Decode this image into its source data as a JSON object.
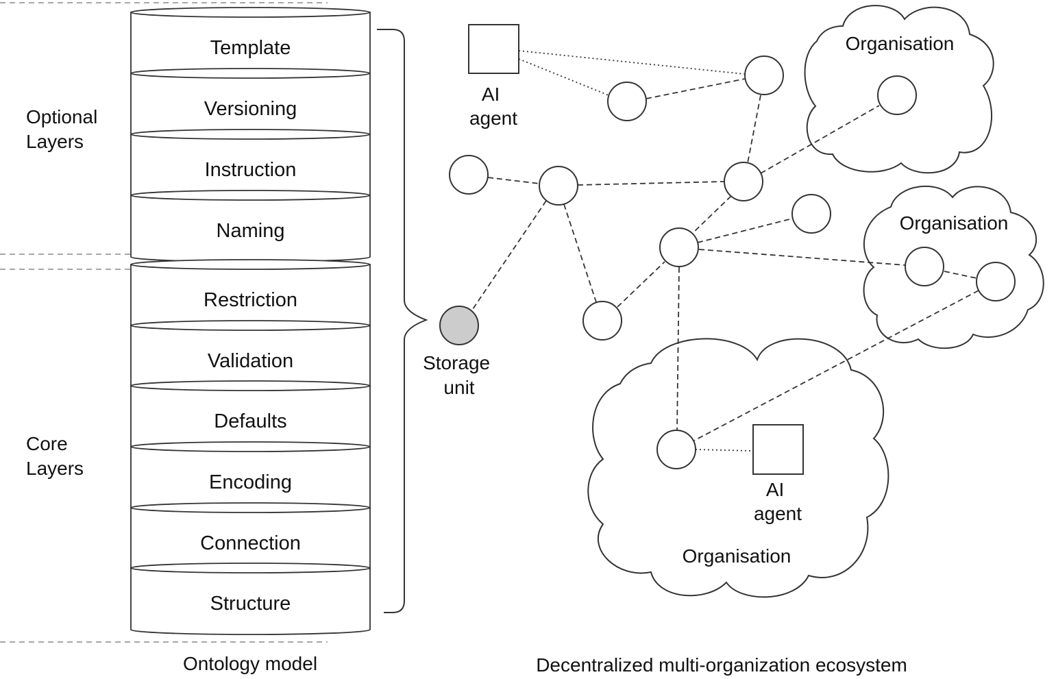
{
  "ontology": {
    "optional_label": [
      "Optional",
      "Layers"
    ],
    "core_label": [
      "Core",
      "Layers"
    ],
    "layers": [
      "Template",
      "Versioning",
      "Instruction",
      "Naming",
      "Restriction",
      "Validation",
      "Defaults",
      "Encoding",
      "Connection",
      "Structure"
    ],
    "caption": "Ontology model"
  },
  "ecosystem": {
    "caption": "Decentralized multi-organization ecosystem",
    "organisations": [
      "Organisation",
      "Organisation",
      "Organisation"
    ],
    "agents": [
      [
        "AI",
        "agent"
      ],
      [
        "AI",
        "agent"
      ]
    ],
    "storage": [
      "Storage",
      "unit"
    ]
  },
  "colors": {
    "stroke": "#333333",
    "storage_fill": "#cccccc",
    "divider": "#888888",
    "background": "#ffffff"
  }
}
